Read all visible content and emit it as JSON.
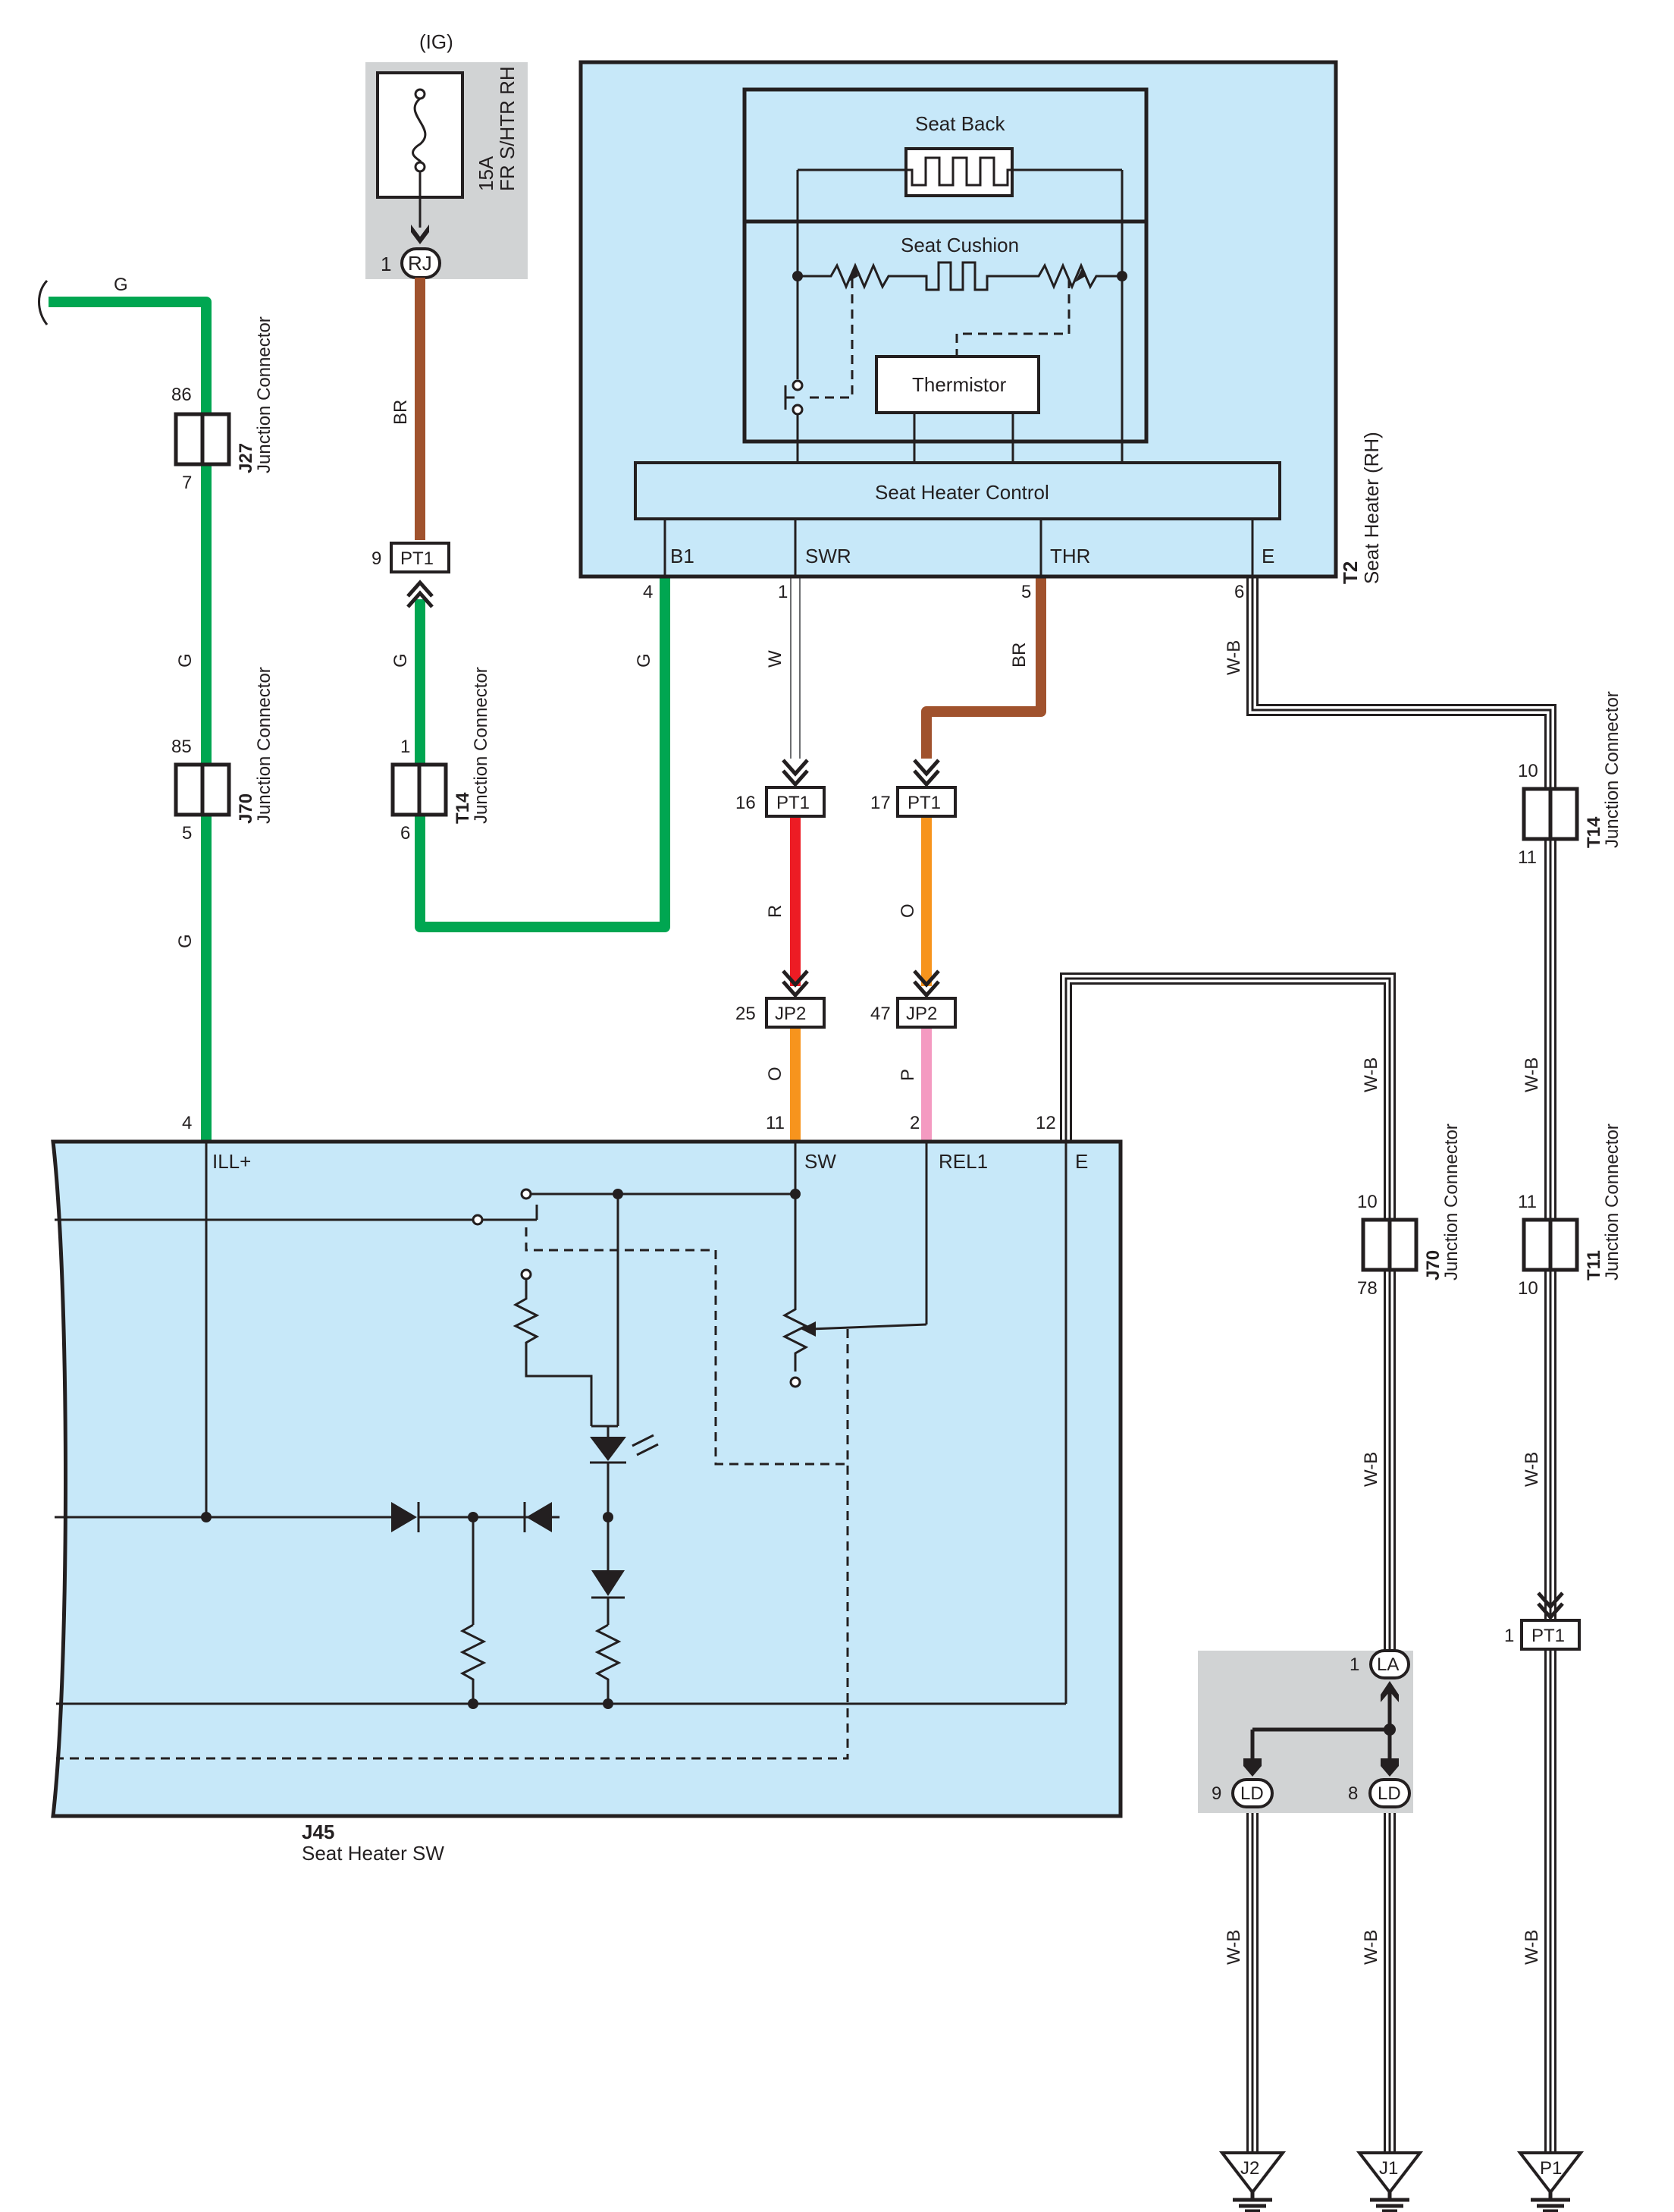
{
  "fuse": {
    "supply_label": "(IG)",
    "rating_label": "15A",
    "name_label": "FR S/HTR RH",
    "pin_number": "1",
    "pin_code": "RJ"
  },
  "seat_heater_rh": {
    "id": "T2",
    "name": "Seat Heater (RH)",
    "seat_back_label": "Seat Back",
    "seat_cushion_label": "Seat Cushion",
    "thermistor_label": "Thermistor",
    "control_label": "Seat Heater Control",
    "terminals": [
      {
        "name": "B1",
        "pin": "4"
      },
      {
        "name": "SWR",
        "pin": "1"
      },
      {
        "name": "THR",
        "pin": "5"
      },
      {
        "name": "E",
        "pin": "6"
      }
    ]
  },
  "seat_heater_sw": {
    "id": "J45",
    "name": "Seat Heater SW",
    "terminals": [
      {
        "name": "ILL+",
        "pin": "4"
      },
      {
        "name": "SW",
        "pin": "11"
      },
      {
        "name": "REL1",
        "pin": "2"
      },
      {
        "name": "E",
        "pin": "12"
      }
    ]
  },
  "junction_connectors": [
    {
      "id": "J27",
      "type": "Junction Connector",
      "pin_top": "86",
      "pin_bottom": "7"
    },
    {
      "id": "J70",
      "type": "Junction Connector",
      "pin_top": "85",
      "pin_bottom": "5"
    },
    {
      "id": "T14",
      "type": "Junction Connector",
      "pin_top": "1",
      "pin_bottom": "6"
    },
    {
      "id": "T14",
      "type": "Junction Connector",
      "pin_top": "10",
      "pin_bottom": "11"
    },
    {
      "id": "J70",
      "type": "Junction Connector",
      "pin_top": "10",
      "pin_bottom": "78"
    },
    {
      "id": "T11",
      "type": "Junction Connector",
      "pin_top": "11",
      "pin_bottom": "10"
    }
  ],
  "inline_connectors": [
    {
      "pin": "9",
      "code": "PT1"
    },
    {
      "pin": "16",
      "code": "PT1"
    },
    {
      "pin": "17",
      "code": "PT1"
    },
    {
      "pin": "25",
      "code": "JP2"
    },
    {
      "pin": "47",
      "code": "JP2"
    },
    {
      "pin": "1",
      "code": "PT1"
    }
  ],
  "splice": {
    "la_pin": "1",
    "la_code": "LA",
    "ld1_pin": "9",
    "ld1_code": "LD",
    "ld2_pin": "8",
    "ld2_code": "LD"
  },
  "wire_colors": {
    "G": "#00a651",
    "BR": "#a0522d",
    "R": "#ed1c24",
    "O": "#f7941d",
    "P": "#f49ac1",
    "W": "#ffffff",
    "W-B": "#231f20"
  },
  "wire_labels": {
    "g_top": "G",
    "g_j27_j70": "G",
    "g_j70_j45": "G",
    "br_fuse": "BR",
    "g_t14": "G",
    "g_b1": "G",
    "w_swr": "W",
    "br_thr": "BR",
    "r_16": "R",
    "o_17": "O",
    "o_25": "O",
    "p_47": "P",
    "wb_e_t2": "W-B",
    "wb_t14_t11": "W-B",
    "wb_t11_pt1": "W-B",
    "wb_e_j45": "W-B",
    "wb_j70_la": "W-B",
    "wb_ld9": "W-B",
    "wb_ld8": "W-B",
    "wb_p1": "W-B"
  },
  "grounds": [
    {
      "code": "J2"
    },
    {
      "code": "J1"
    },
    {
      "code": "P1"
    }
  ]
}
